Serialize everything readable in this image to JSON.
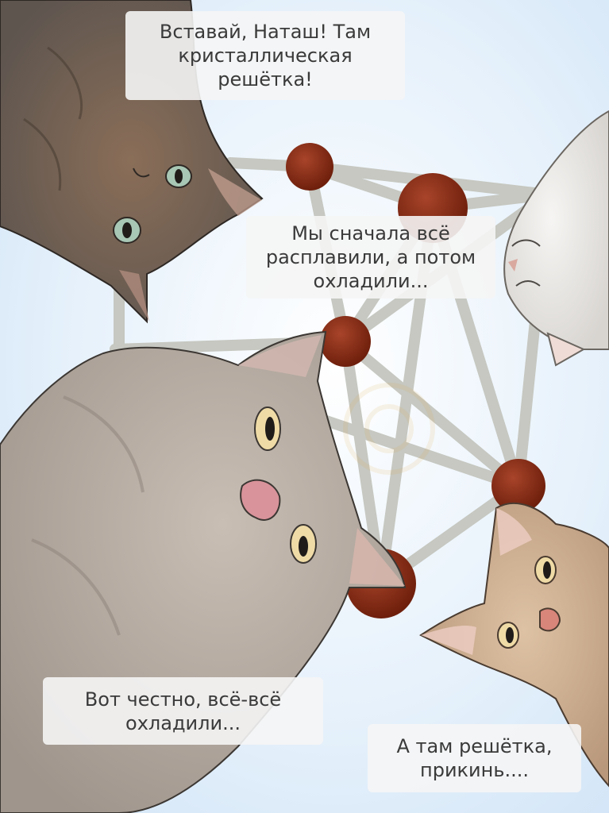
{
  "speech_bubbles": [
    {
      "lines": [
        "Вставай, Наташ! Там",
        "кристаллическая",
        "решётка!"
      ]
    },
    {
      "lines": [
        "Мы сначала всё",
        "расплавили, а потом",
        "охладили..."
      ]
    },
    {
      "lines": [
        "Вот честно, всё-всё",
        "охладили..."
      ]
    },
    {
      "lines": [
        "А там решётка,",
        "прикинь...."
      ]
    }
  ],
  "colors": {
    "sky": "#dcebf8",
    "lattice_rod": "#c9cbc4",
    "lattice_node": "#8a2a14",
    "tabby_cat": "#7d6a5c",
    "white_cat": "#e9e7e4",
    "grey_cat": "#b3aaa2",
    "ginger_cat": "#c9ab8e"
  }
}
